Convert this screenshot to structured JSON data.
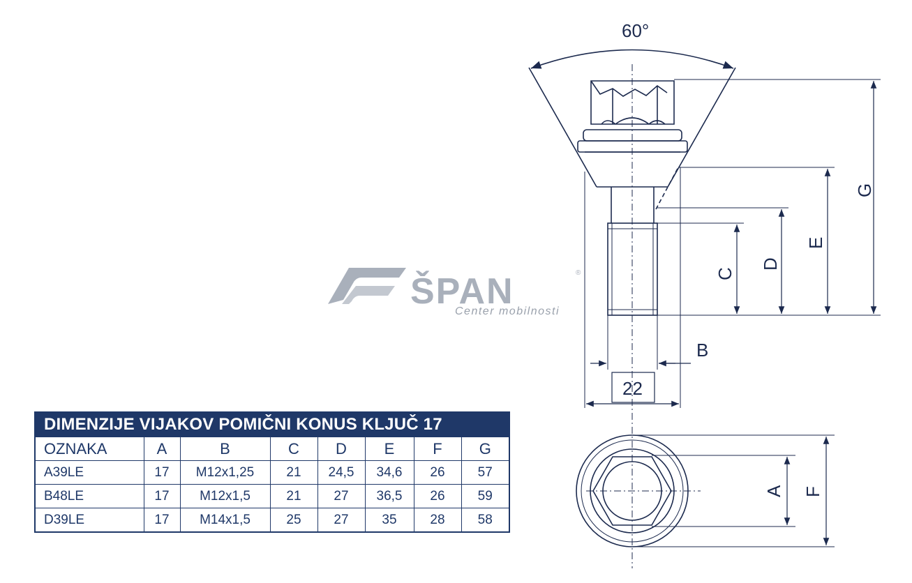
{
  "drawing": {
    "angle_label": "60°",
    "dim_g": "G",
    "dim_e": "E",
    "dim_d": "D",
    "dim_c": "C",
    "dim_b": "B",
    "dim_a": "A",
    "dim_f": "F",
    "width_value": "22"
  },
  "logo": {
    "name": "ŠPAN",
    "registered": "®",
    "tagline": "Center mobilnosti",
    "color": "#a9b0bb"
  },
  "table": {
    "title": "DIMENZIJE VIJAKOV POMIČNI KONUS KLJUČ 17",
    "headers": [
      "OZNAKA",
      "A",
      "B",
      "C",
      "D",
      "E",
      "F",
      "G"
    ],
    "rows": [
      [
        "A39LE",
        "17",
        "M12x1,25",
        "21",
        "24,5",
        "34,6",
        "26",
        "57"
      ],
      [
        "B48LE",
        "17",
        "M12x1,5",
        "21",
        "27",
        "36,5",
        "26",
        "59"
      ],
      [
        "D39LE",
        "17",
        "M14x1,5",
        "25",
        "27",
        "35",
        "28",
        "58"
      ]
    ],
    "header_color": "#1f3868"
  }
}
